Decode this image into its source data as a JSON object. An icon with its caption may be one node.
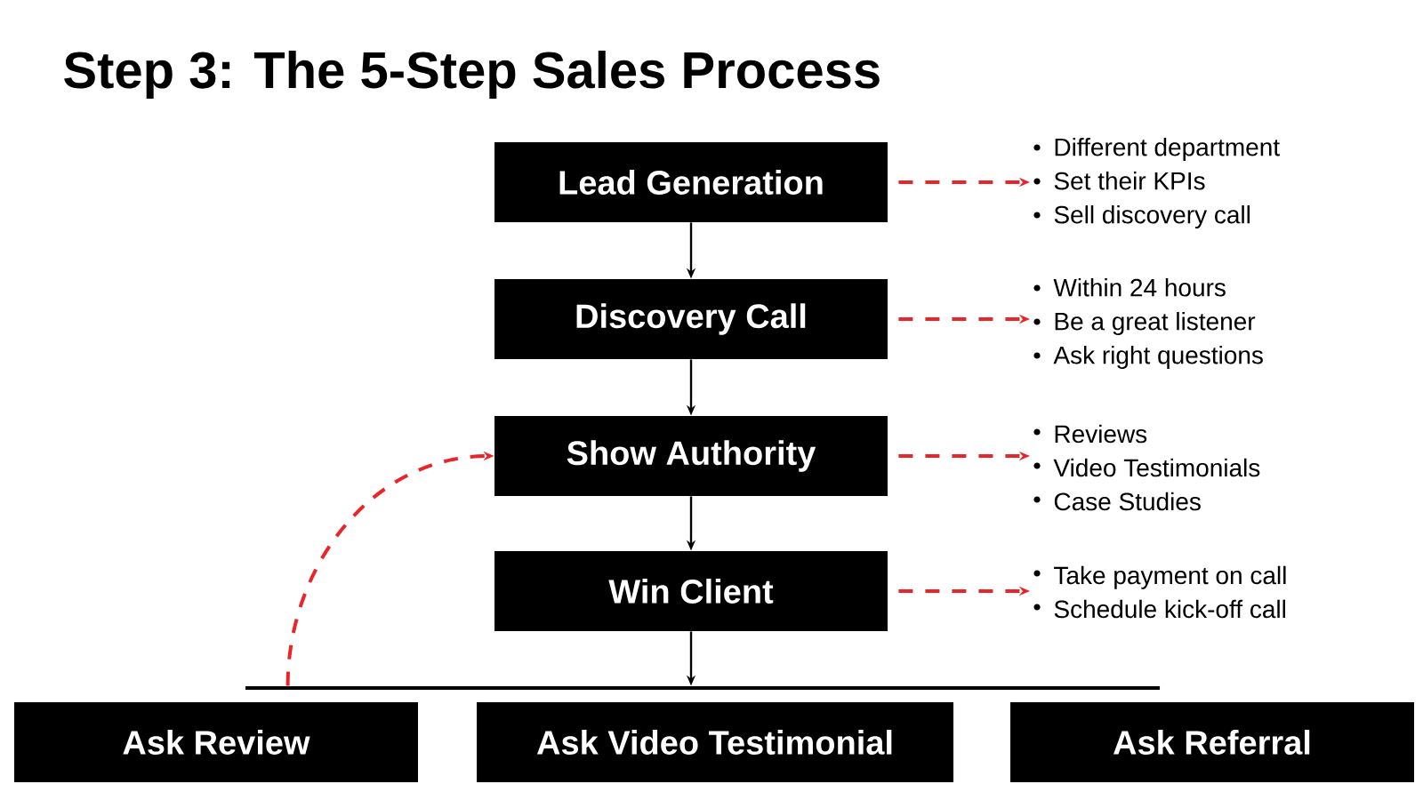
{
  "diagram": {
    "title": "Step 3: The 5-Step Sales Process",
    "nodes": [
      {
        "text": [
          "Lead Generation"
        ]
      },
      {
        "text": [
          "Discovery Call"
        ]
      },
      {
        "text": [
          "Show Authority"
        ]
      },
      {
        "text": [
          "Win Client"
        ]
      },
      {
        "text": [
          "Different department",
          "Set their KPIs",
          "Sell discovery call"
        ]
      },
      {
        "text": [
          "Within 24 hours",
          "Be a great listener",
          "Ask right questions"
        ]
      },
      {
        "text": [
          "Reviews",
          "Video Testimonials",
          "Case Studies"
        ]
      },
      {
        "text": [
          "Take payment on call",
          "Schedule kick-off call"
        ]
      },
      {
        "text": [],
        "shape": "bar"
      },
      {
        "text": [
          "Ask Review"
        ]
      },
      {
        "text": [
          "Ask Video Testimonial"
        ]
      },
      {
        "text": [
          "Ask Referral"
        ]
      }
    ],
    "edges": [
      {
        "from": 0,
        "to": 1,
        "arrow": "to",
        "color": "#000000"
      },
      {
        "from": 1,
        "to": 2,
        "arrow": "to",
        "color": "#000000"
      },
      {
        "from": 2,
        "to": 3,
        "arrow": "to",
        "color": "#000000"
      },
      {
        "from": 3,
        "to": 8,
        "arrow": "to",
        "color": "#000000"
      },
      {
        "from": 0,
        "to": 4,
        "arrow": "to",
        "style": "dashed",
        "color": "#e8262a"
      },
      {
        "from": 1,
        "to": 5,
        "arrow": "to",
        "style": "dashed",
        "color": "#e8262a"
      },
      {
        "from": 2,
        "to": 6,
        "arrow": "to",
        "style": "dashed",
        "color": "#e8262a"
      },
      {
        "from": 3,
        "to": 7,
        "arrow": "to",
        "style": "dashed",
        "color": "#e8262a"
      },
      {
        "from": 8,
        "to": 2,
        "arrow": "to",
        "style": "dashed",
        "color": "#e8262a"
      }
    ]
  }
}
